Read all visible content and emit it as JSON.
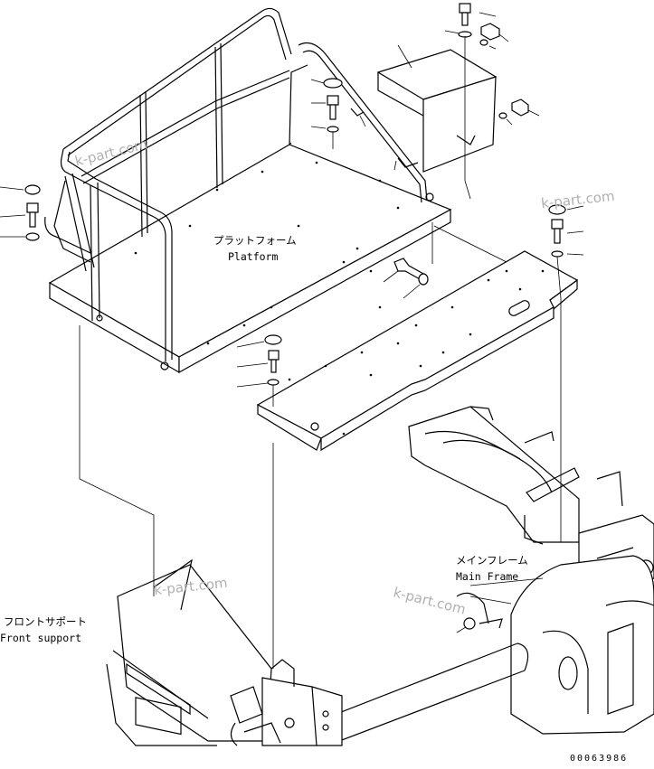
{
  "labels": {
    "platform_jp": "プラットフォーム",
    "platform_en": "Platform",
    "main_frame_jp": "メインフレーム",
    "main_frame_en": "Main Frame",
    "front_support_jp": "フロントサポート",
    "front_support_en": "Front support"
  },
  "watermark": "k-part.com",
  "drawing_number": "00063986"
}
